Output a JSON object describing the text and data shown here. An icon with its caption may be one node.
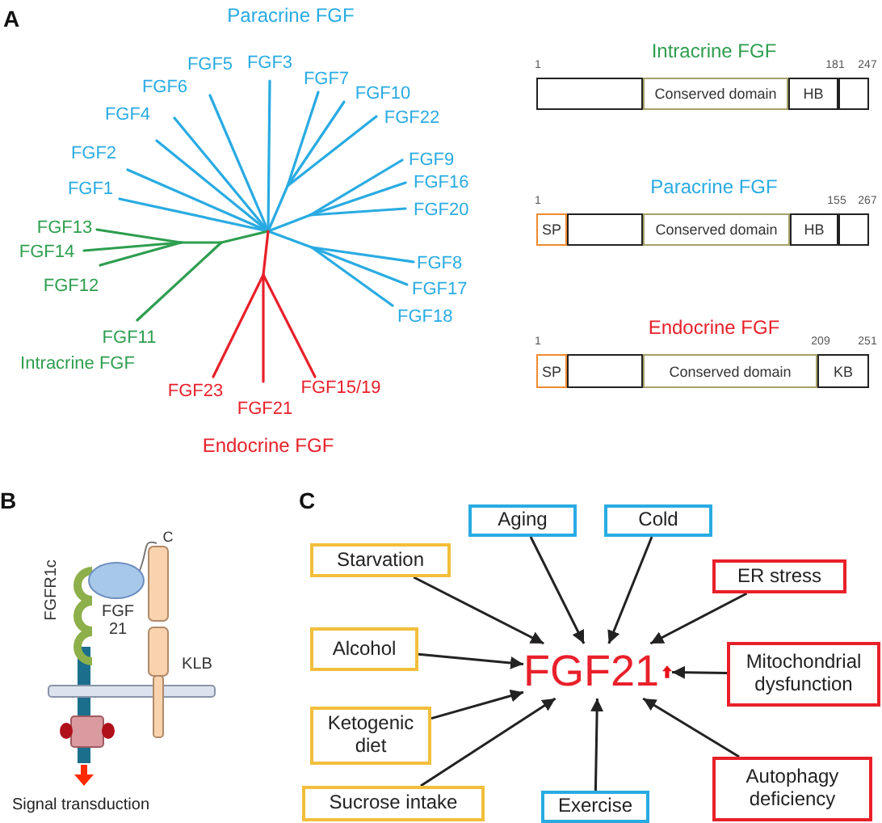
{
  "diagram": {
    "nodes": [
      {
        "text": [
          "Intracrine FGF"
        ],
        "beside": [
          "1",
          "181",
          "247"
        ]
      },
      {
        "text": [],
        "shape": "box",
        "in": 0
      },
      {
        "text": [
          "Conserved domain"
        ],
        "in": 0
      },
      {
        "text": [
          "HB"
        ],
        "in": 0
      },
      {
        "text": [],
        "shape": "box",
        "in": 0
      },
      {
        "text": [
          "Paracrine FGF"
        ],
        "beside": [
          "1",
          "155",
          "267"
        ]
      },
      {
        "text": [
          "SP"
        ],
        "in": 5
      },
      {
        "text": [],
        "shape": "box",
        "in": 5
      },
      {
        "text": [
          "Conserved domain"
        ],
        "in": 5
      },
      {
        "text": [
          "HB"
        ],
        "in": 5
      },
      {
        "text": [],
        "shape": "box",
        "in": 5
      },
      {
        "text": [
          "Endocrine FGF"
        ],
        "beside": [
          "1",
          "209",
          "251"
        ]
      },
      {
        "text": [
          "SP"
        ],
        "in": 11
      },
      {
        "text": [],
        "shape": "box",
        "in": 11
      },
      {
        "text": [
          "Conserved domain"
        ],
        "in": 11
      },
      {
        "text": [
          "KB"
        ],
        "in": 11
      },
      {
        "text": [
          "Aging"
        ]
      },
      {
        "text": [
          "Cold"
        ]
      },
      {
        "text": [
          "Starvation"
        ]
      },
      {
        "text": [
          "ER stress"
        ]
      },
      {
        "text": [
          "Alcohol"
        ]
      },
      {
        "text": [
          "FGF21"
        ]
      },
      {
        "text": [
          "Mitochondrial dysfunction"
        ]
      },
      {
        "text": [
          "Ketogenic diet"
        ]
      },
      {
        "text": [
          "Sucrose intake"
        ]
      },
      {
        "text": [
          "Exercise"
        ]
      },
      {
        "text": [
          "Autophagy deficiency"
        ]
      }
    ],
    "edges": [
      {
        "from": 16,
        "to": 21,
        "arrow": "to"
      },
      {
        "from": 17,
        "to": 21,
        "arrow": "to"
      },
      {
        "from": 18,
        "to": 21,
        "arrow": "to"
      },
      {
        "from": 19,
        "to": 21,
        "arrow": "to"
      },
      {
        "from": 20,
        "to": 21,
        "arrow": "to"
      },
      {
        "from": 22,
        "to": 21,
        "arrow": "to"
      },
      {
        "from": 23,
        "to": 21,
        "arrow": "to"
      },
      {
        "from": 24,
        "to": 21,
        "arrow": "to"
      },
      {
        "from": 25,
        "to": 21,
        "arrow": "to"
      },
      {
        "from": 26,
        "to": 21,
        "arrow": "to"
      }
    ],
    "labels": [
      "A",
      "Paracrine FGF",
      "FGF5",
      "FGF3",
      "FGF7",
      "FGF6",
      "FGF10",
      "FGF4",
      "FGF22",
      "FGF2",
      "FGF9",
      "FGF1",
      "FGF16",
      "FGF13",
      "FGF20",
      "FGF14",
      "FGF12",
      "FGF8",
      "FGF17",
      "FGF18",
      "FGF11",
      "Intracrine FGF",
      "FGF23",
      "FGF15/19",
      "FGF21",
      "Endocrine FGF",
      "B",
      "C",
      "FGFR1c",
      "FGF 21",
      "KLB",
      "Signal transduction",
      "C"
    ]
  }
}
